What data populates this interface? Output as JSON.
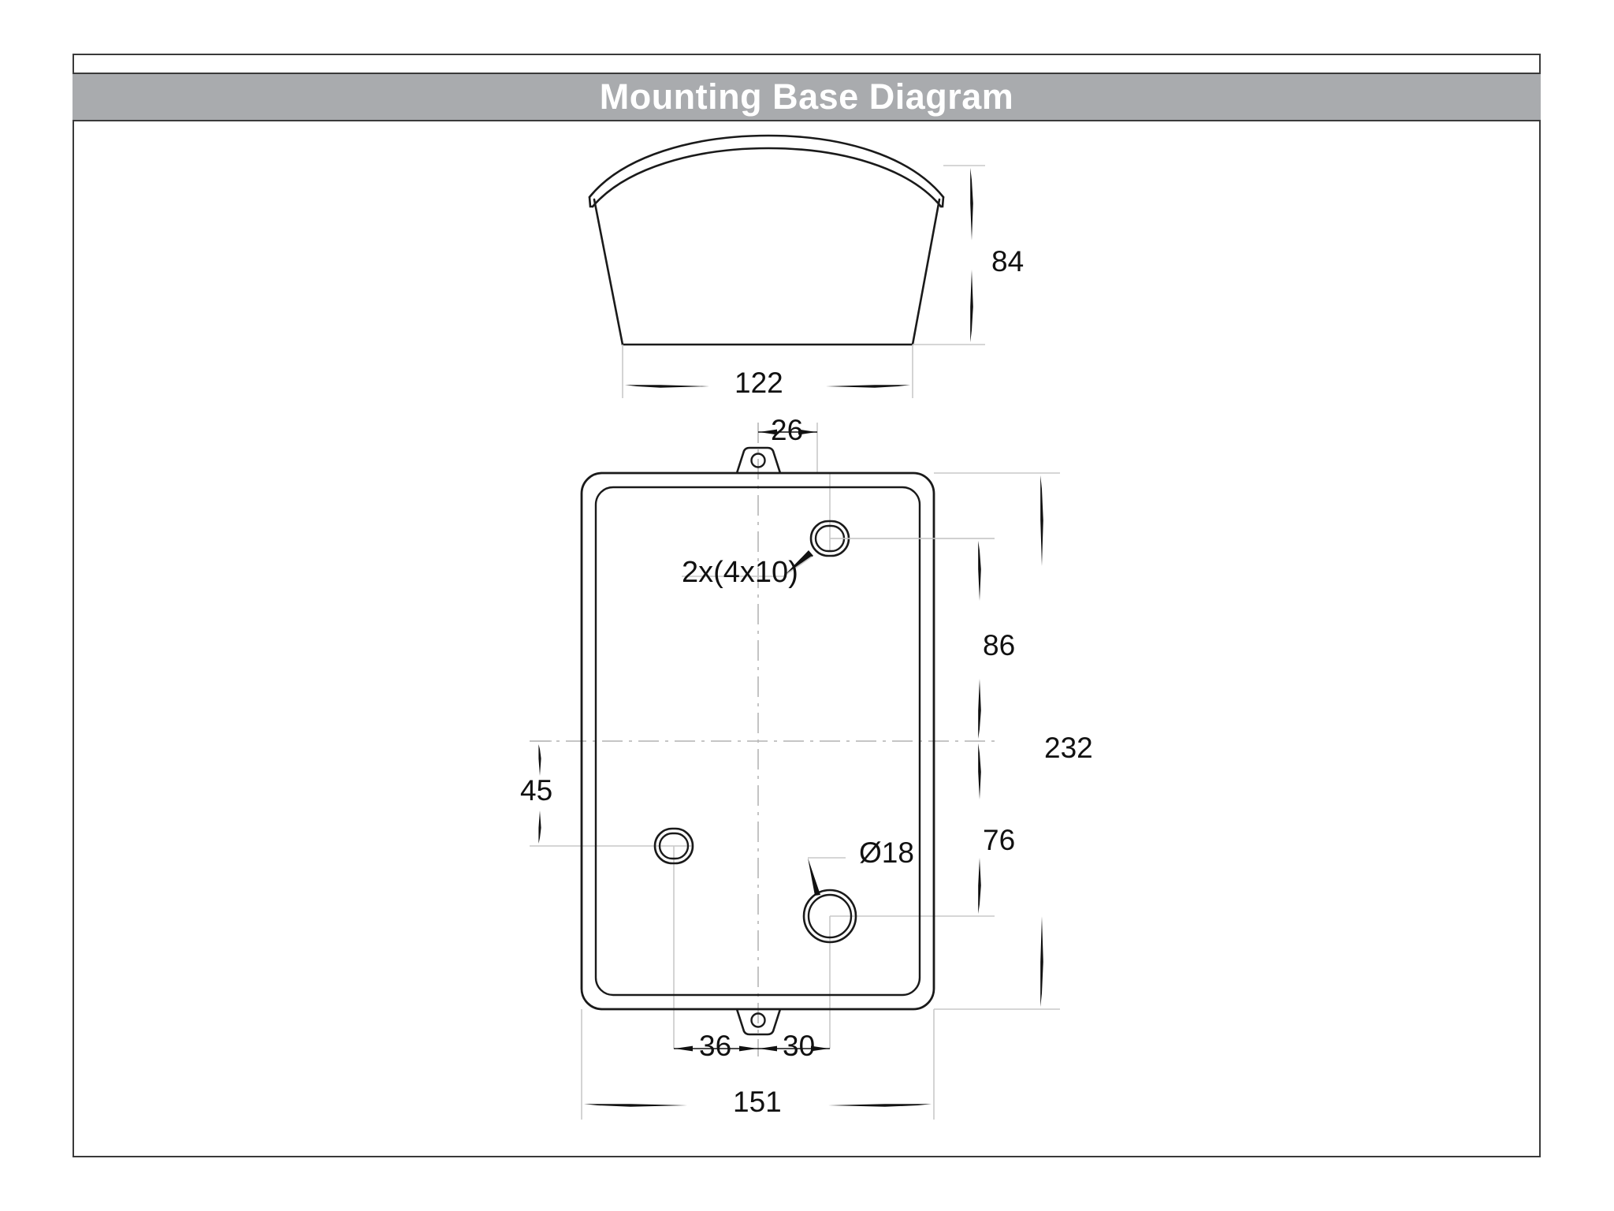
{
  "page": {
    "background_color": "#ffffff",
    "border_color": "#3a3a3a"
  },
  "header": {
    "title": "Mounting Base Diagram",
    "background_color": "#a9abae",
    "text_color": "#ffffff"
  },
  "drawing": {
    "units": "mm",
    "line_color": "#1a1a1a",
    "construction_line_color": "#b8b8b8",
    "views": [
      {
        "name": "side-elevation-view",
        "description": "Curved top shade, trapezoidal side profile"
      },
      {
        "name": "mounting-base-plan-view",
        "description": "Rounded rectangle base plate with two mounting tabs, two oblong slots and one round hole"
      }
    ]
  },
  "dimensions": {
    "shade_height": "84",
    "shade_width": "122",
    "tab_offset_top": "26",
    "slot_label": "2x(4x10)",
    "slot_to_center_upper": "86",
    "overall_height": "232",
    "center_to_hole_lower": "76",
    "left_slot_offset": "45",
    "hole_diameter": "Ø18",
    "tab_offset_left_bottom": "36",
    "tab_offset_right_bottom": "30",
    "overall_width": "151"
  }
}
